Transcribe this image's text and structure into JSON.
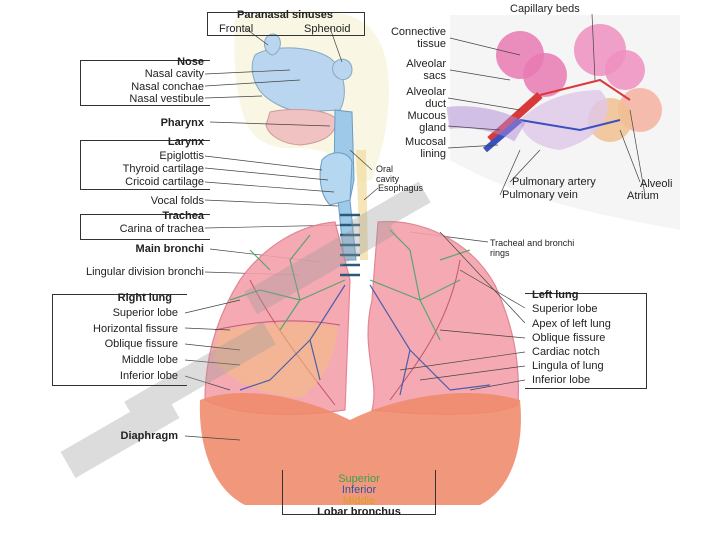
{
  "colors": {
    "lung": "#f4a0aa",
    "lung_dark": "#e9808f",
    "diaphragm": "#ef8a6a",
    "airway": "#9fc9e8",
    "bronchi_green": "#49a46a",
    "bronchi_blue": "#2f52a8",
    "alveoli": "#e87ab3",
    "artery": "#d83a3a",
    "vein": "#3a4fc0",
    "watermark": "#9a9a9a"
  },
  "labels": {
    "paranasal_sinuses": "Paranasal sinuses",
    "frontal": "Frontal",
    "sphenoid": "Sphenoid",
    "nose": "Nose",
    "nasal_cavity": "Nasal cavity",
    "nasal_conchae": "Nasal conchae",
    "nasal_vestibule": "Nasal vestibule",
    "pharynx": "Pharynx",
    "larynx": "Larynx",
    "epiglottis": "Epiglottis",
    "thyroid_cartilage": "Thyroid cartilage",
    "cricoid_cartilage": "Cricoid cartilage",
    "vocal_folds": "Vocal folds",
    "trachea": "Trachea",
    "carina": "Carina of trachea",
    "main_bronchi": "Main bronchi",
    "lingular_division": "Lingular division bronchi",
    "right_lung": "Right lung",
    "r_superior_lobe": "Superior lobe",
    "horizontal_fissure": "Horizontal fissure",
    "r_oblique_fissure": "Oblique fissure",
    "middle_lobe": "Middle lobe",
    "r_inferior_lobe": "Inferior lobe",
    "diaphragm": "Diaphragm",
    "oral_cavity": "Oral\ncavity",
    "esophagus": "Esophagus",
    "connective_tissue": "Connective\ntissue",
    "alveolar_sacs": "Alveolar\nsacs",
    "alveolar_duct": "Alveolar\nduct",
    "mucous_gland": "Mucous\ngland",
    "mucosal_lining": "Mucosal\nlining",
    "capillary_beds": "Capillary beds",
    "pulmonary_artery": "Pulmonary artery",
    "pulmonary_vein": "Pulmonary vein",
    "alveoli": "Alveoli",
    "atrium": "Atrium",
    "tracheal_rings": "Tracheal and bronchi\nrings",
    "left_lung": "Left lung",
    "l_superior_lobe": "Superior lobe",
    "apex_left_lung": "Apex of left lung",
    "l_oblique_fissure": "Oblique fissure",
    "cardiac_notch": "Cardiac notch",
    "lingula": "Lingula of lung",
    "l_inferior_lobe": "Inferior lobe",
    "lobar_superior": "Superior",
    "lobar_inferior": "Inferior",
    "lobar_middle": "Middle",
    "lobar_bronchus": "Lobar bronchus"
  }
}
